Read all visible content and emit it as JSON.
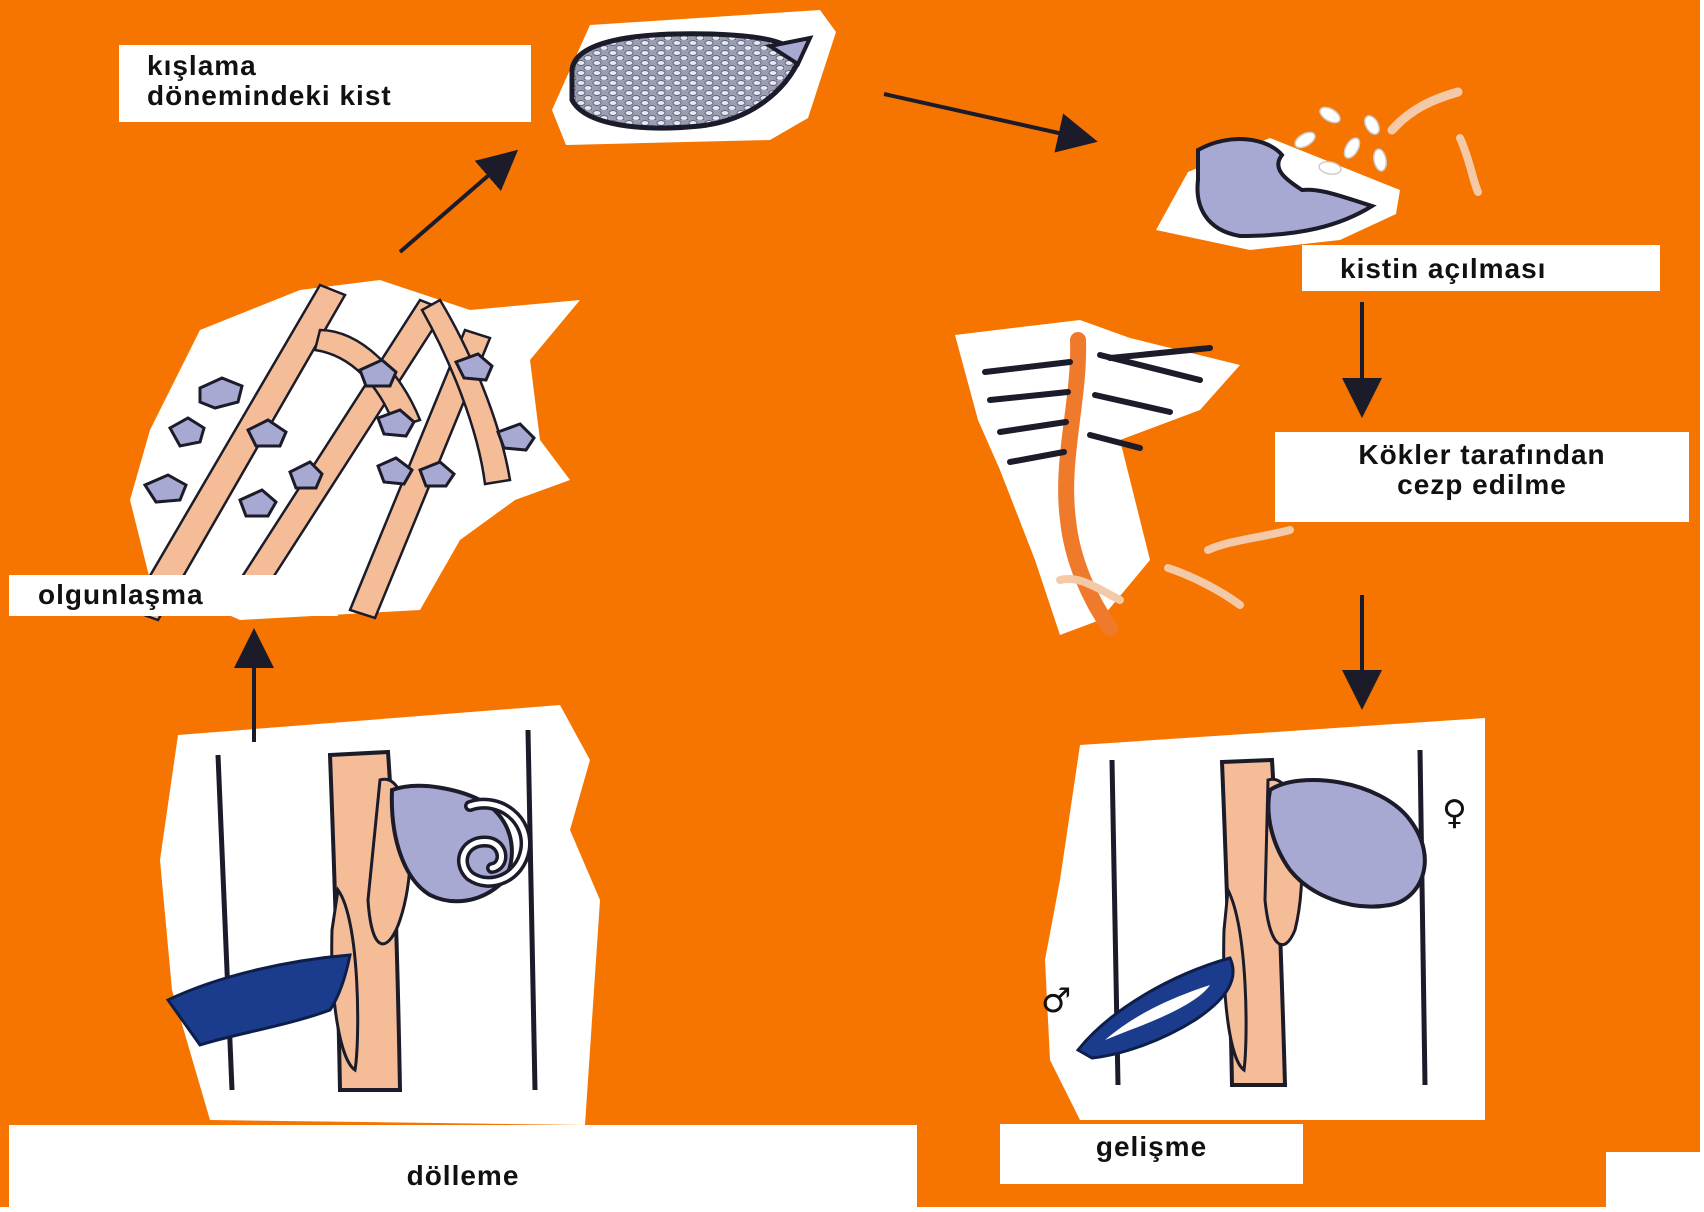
{
  "colors": {
    "background": "#f57500",
    "paper": "#ffffff",
    "root": "#f4bd97",
    "cyst": "#a8a9d2",
    "outline": "#1b1b2a",
    "male": "#1b3c8c"
  },
  "labels": {
    "kislama_line1": "kışlama",
    "kislama_line2": "dönemindeki kist",
    "acilma": "kistin açılması",
    "cezp_line1": "Kökler tarafından",
    "cezp_line2": "cezp edilme",
    "olgunlasma": "olgunlaşma",
    "dolleme": "dölleme",
    "gelisme": "gelişme"
  },
  "symbols": {
    "female": "♀",
    "male": "♂"
  }
}
